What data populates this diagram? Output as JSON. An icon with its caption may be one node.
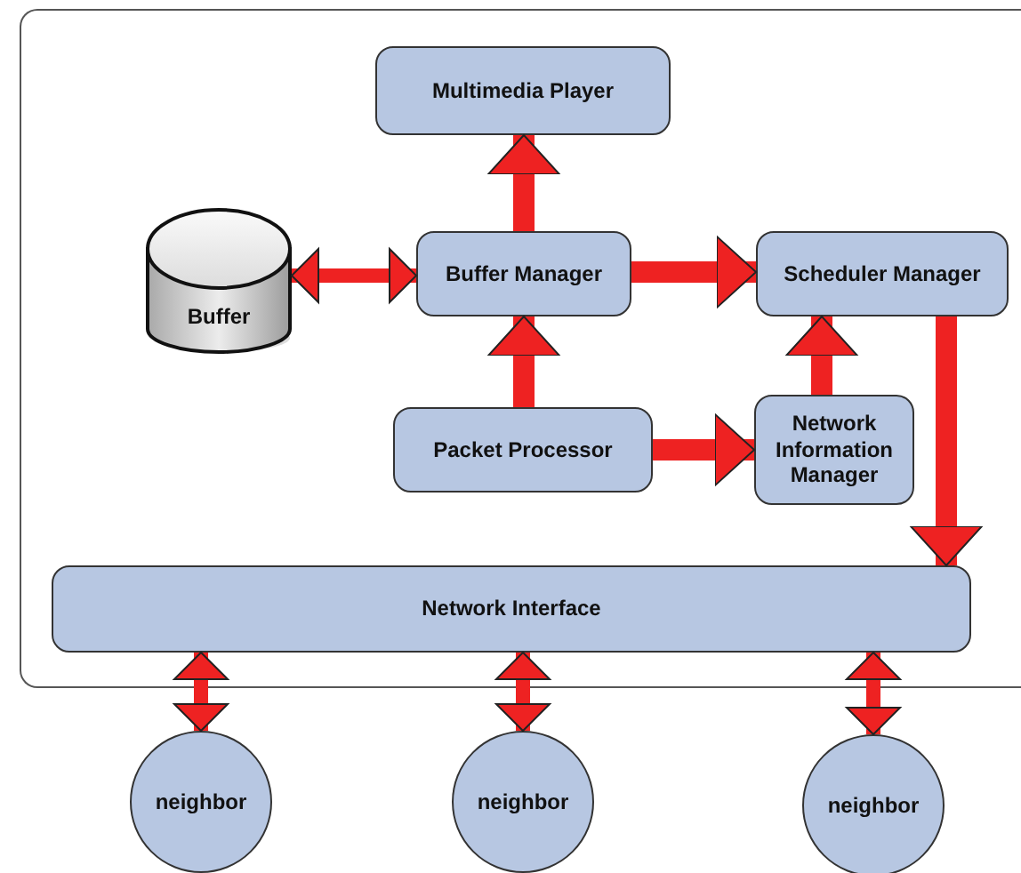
{
  "diagram": {
    "nodes": [
      {
        "text": [],
        "shape": "box"
      },
      {
        "text": [
          "Multimedia Player"
        ],
        "in": 0
      },
      {
        "text": [
          "Buffer"
        ],
        "in": 0
      },
      {
        "text": [
          "Buffer Manager"
        ],
        "in": 0
      },
      {
        "text": [
          "Scheduler Manager"
        ],
        "in": 0
      },
      {
        "text": [
          "Packet Processor"
        ],
        "in": 0
      },
      {
        "text": [
          "Network Information Manager"
        ],
        "in": 0
      },
      {
        "text": [
          "Network Interface"
        ],
        "in": 0
      },
      {
        "text": [
          "neighbor"
        ]
      },
      {
        "text": [
          "neighbor"
        ]
      },
      {
        "text": [
          "neighbor"
        ]
      }
    ],
    "edges": [
      {
        "from": 3,
        "to": 1,
        "arrow": "to"
      },
      {
        "from": 2,
        "to": 3,
        "arrow": "both"
      },
      {
        "from": 3,
        "to": 4,
        "arrow": "to"
      },
      {
        "from": 5,
        "to": 3,
        "arrow": "to"
      },
      {
        "from": 5,
        "to": 6,
        "arrow": "to"
      },
      {
        "from": 6,
        "to": 4,
        "arrow": "to"
      },
      {
        "from": 4,
        "to": 7,
        "arrow": "to"
      },
      {
        "from": 7,
        "to": 8,
        "arrow": "both"
      },
      {
        "from": 7,
        "to": 9,
        "arrow": "both"
      },
      {
        "from": 7,
        "to": 10,
        "arrow": "both"
      }
    ]
  }
}
